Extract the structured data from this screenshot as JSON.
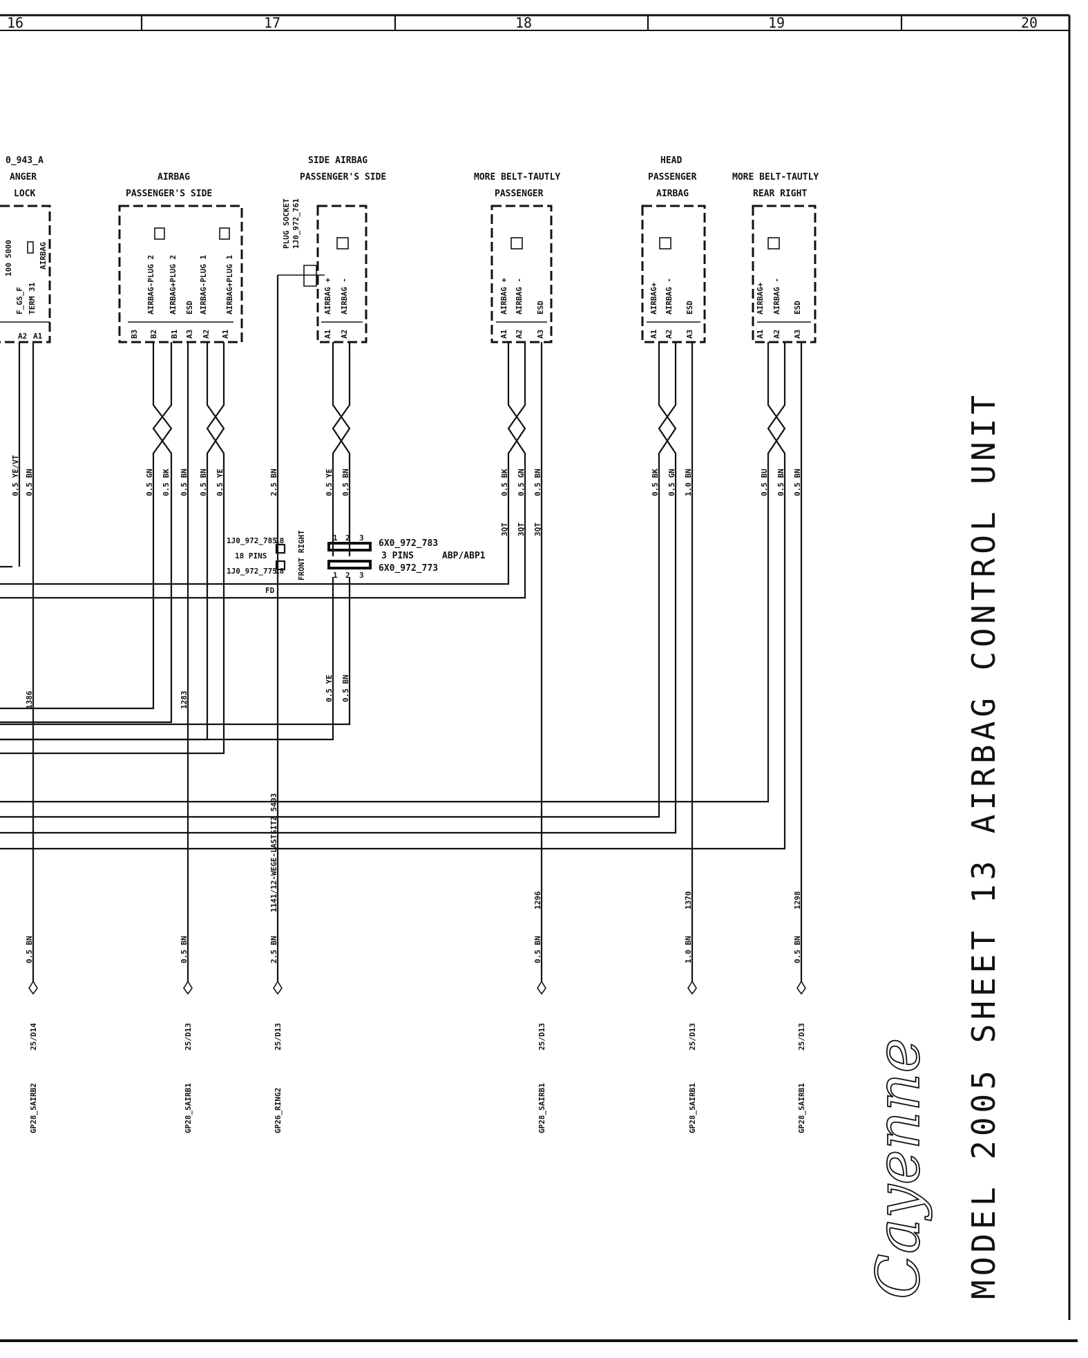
{
  "columns": [
    "16",
    "17",
    "18",
    "19",
    "20"
  ],
  "title": "MODEL 2005  SHEET 13  AIRBAG CONTROL UNIT",
  "logo_text": "Cayenne",
  "components": {
    "c1": {
      "lines": [
        "0_943_A",
        "ANGER",
        "LOCK"
      ],
      "pins": [
        "A2",
        "A1"
      ],
      "pin_labels": [
        "F_GS_F",
        "TERM 31",
        "AIRBAG"
      ],
      "extra": "100 5000"
    },
    "c2": {
      "lines": [
        "AIRBAG",
        "PASSENGER'S SIDE"
      ],
      "pins": [
        "B3",
        "B2",
        "B1",
        "A3",
        "A2",
        "A1"
      ],
      "pin_labels": [
        "AIRBAG-PLUG 2",
        "AIRBAG+PLUG 2",
        "ESD",
        "AIRBAG-PLUG 1",
        "AIRBAG+PLUG 1"
      ]
    },
    "c3": {
      "lines": [
        "SIDE AIRBAG",
        "PASSENGER'S SIDE"
      ],
      "pins": [
        "A1",
        "A2"
      ],
      "pin_labels": [
        "AIRBAG +",
        "AIRBAG -"
      ],
      "plug": [
        "PLUG SOCKET",
        "1J0_972_761"
      ]
    },
    "c4": {
      "lines": [
        "MORE BELT-TAUTLY",
        "PASSENGER"
      ],
      "pins": [
        "A1",
        "A2",
        "A3"
      ],
      "pin_labels": [
        "AIRBAG +",
        "AIRBAG -",
        "ESD"
      ]
    },
    "c5": {
      "lines": [
        "HEAD",
        "PASSENGER",
        "AIRBAG"
      ],
      "pins": [
        "A1",
        "A2",
        "A3"
      ],
      "pin_labels": [
        "AIRBAG+",
        "AIRBAG -",
        "ESD"
      ]
    },
    "c6": {
      "lines": [
        "MORE BELT-TAUTLY",
        "REAR RIGHT"
      ],
      "pins": [
        "A1",
        "A2",
        "A3"
      ],
      "pin_labels": [
        "AIRBAG+",
        "AIRBAG -",
        "ESD"
      ]
    }
  },
  "wire_labels": {
    "w1": [
      "0.5 YE/VT",
      "0.5 BN"
    ],
    "w2": [
      "0.5 GN",
      "0.5 BK",
      "0.5 BN",
      "0.5 BN",
      "0.5 YE",
      "2.5 BN"
    ],
    "w3": [
      "0.5 YE",
      "0.5 BN"
    ],
    "w4": [
      "0.5 BK",
      "0.5 GN",
      "0.5 BN"
    ],
    "w5": [
      "0.5 BK",
      "0.5 GN",
      "1.0 BN"
    ],
    "w6": [
      "0.5 BU",
      "0.5 BN",
      "0.5 BN"
    ],
    "w3b": [
      "0.5 YE",
      "0.5 BN"
    ],
    "qt": [
      "3QT",
      "3QT",
      "3QT"
    ]
  },
  "connectors": {
    "left": [
      "1J0_972_785",
      "18 PINS",
      "1J0_972_775",
      "FD"
    ],
    "left_pins": [
      "18",
      "18"
    ],
    "front_right": "FRONT RIGHT",
    "right": [
      "6X0_972_783",
      "3 PINS",
      "ABP/ABP1",
      "6X0_972_773"
    ],
    "pin_nums": [
      "1",
      "2",
      "3"
    ]
  },
  "mid_numbers": [
    "1386",
    "1283"
  ],
  "vertical_note": "1141/12-WEGE-LASTSITZ 5403",
  "bottom": {
    "wires": [
      "0.5 BN",
      "0.5 BN",
      "2.5 BN",
      "0.5 BN",
      "1.0 BN",
      "0.5 BN"
    ],
    "numbers": [
      "1296",
      "1370",
      "1298"
    ],
    "refs": [
      "25/D14",
      "25/D13",
      "25/D13",
      "25/D13",
      "25/D13",
      "25/D13"
    ],
    "grounds": [
      "GP28_SAIRB2",
      "GP28_SAIRB1",
      "GP26_RING2",
      "GP28_SAIRB1",
      "GP28_SAIRB1",
      "GP28_SAIRB1"
    ]
  }
}
